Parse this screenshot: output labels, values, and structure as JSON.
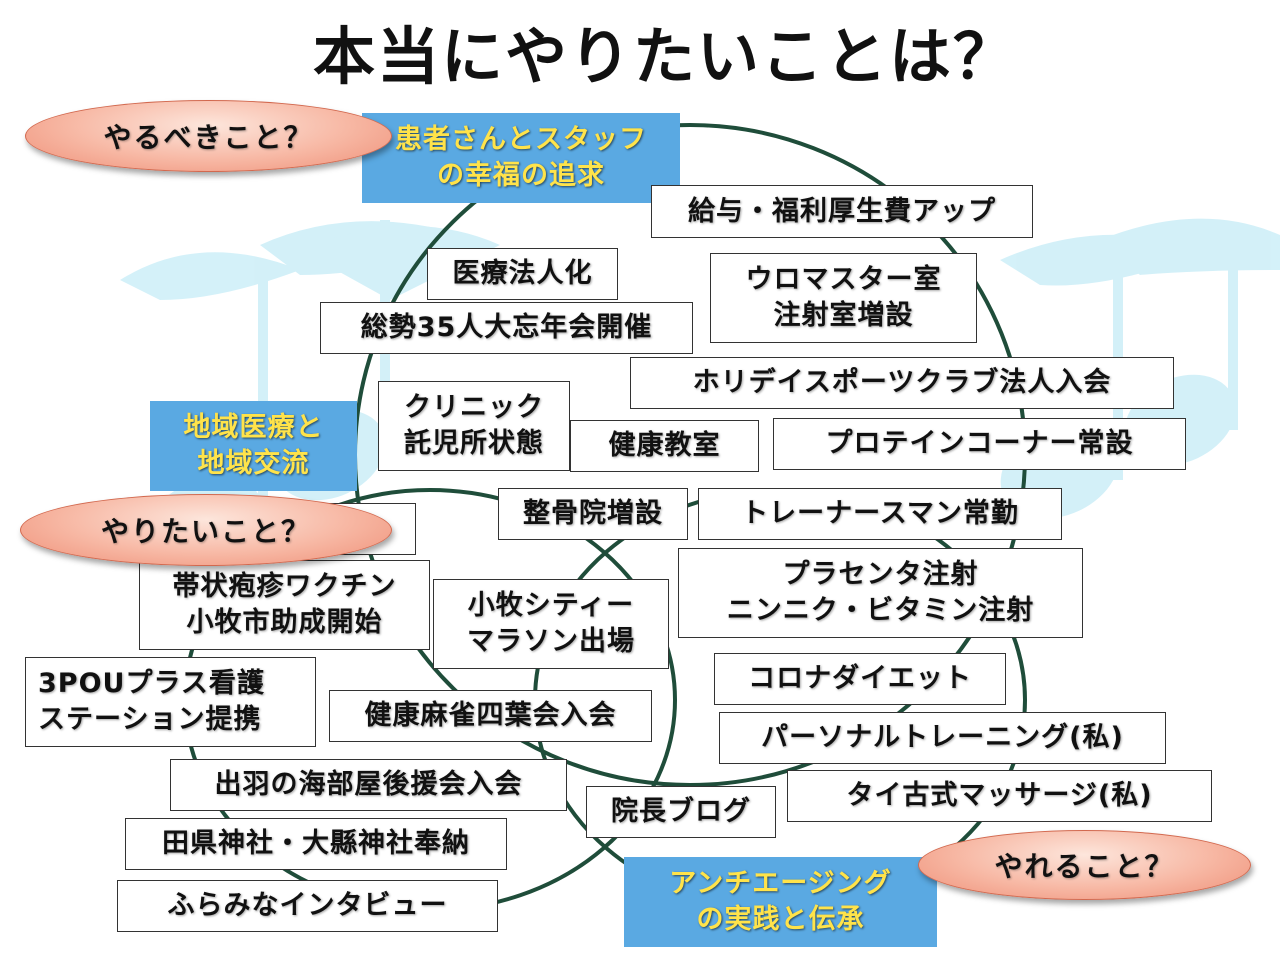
{
  "title": "本当にやりたいことは？",
  "ovals": {
    "should_do": "やるべきこと？",
    "want_to_do": "やりたいこと？",
    "can_do": "やれること？"
  },
  "goals": {
    "happiness": "患者さんとスタッフ\nの幸福の追求",
    "community": "地域医療と\n地域交流",
    "antiaging": "アンチエージング\nの実践と伝承"
  },
  "items": {
    "salary": "給与・福利厚生費アップ",
    "medical_corp": "医療法人化",
    "uromaster": "ウロマスター室\n注射室増設",
    "year_end_party": "総勢35人大忘年会開催",
    "holiday_sports": "ホリデイスポーツクラブ法人入会",
    "nursery": "クリニック\n託児所状態",
    "health_class": "健康教室",
    "protein": "プロテインコーナー常設",
    "bonesetter": "整骨院増設",
    "trainer": "トレーナースマン常勤",
    "blank": "",
    "shingles": "帯状疱疹ワクチン\n小牧市助成開始",
    "marathon": "小牧シティー\nマラソン出場",
    "placenta": "プラセンタ注射\nニンニク・ビタミン注射",
    "corona_diet": "コロナダイエット",
    "nursing_station": "3POUプラス看護\nステーション提携",
    "mahjong": "健康麻雀四葉会入会",
    "personal_training": "パーソナルトレーニング(私)",
    "sumo": "出羽の海部屋後援会入会",
    "blog": "院長ブログ",
    "thai_massage": "タイ古式マッサージ(私)",
    "shrine": "田県神社・大縣神社奉納",
    "interview": "ふらみなインタビュー"
  },
  "colors": {
    "goal_bg": "#5aa9e2",
    "goal_text": "#ffe34a",
    "circle_line": "#1f4d3a",
    "note_bg": "#cfeff8",
    "oval_fill": "#f7b7a3"
  },
  "icons": [
    "music-note-icon",
    "music-note-icon"
  ]
}
